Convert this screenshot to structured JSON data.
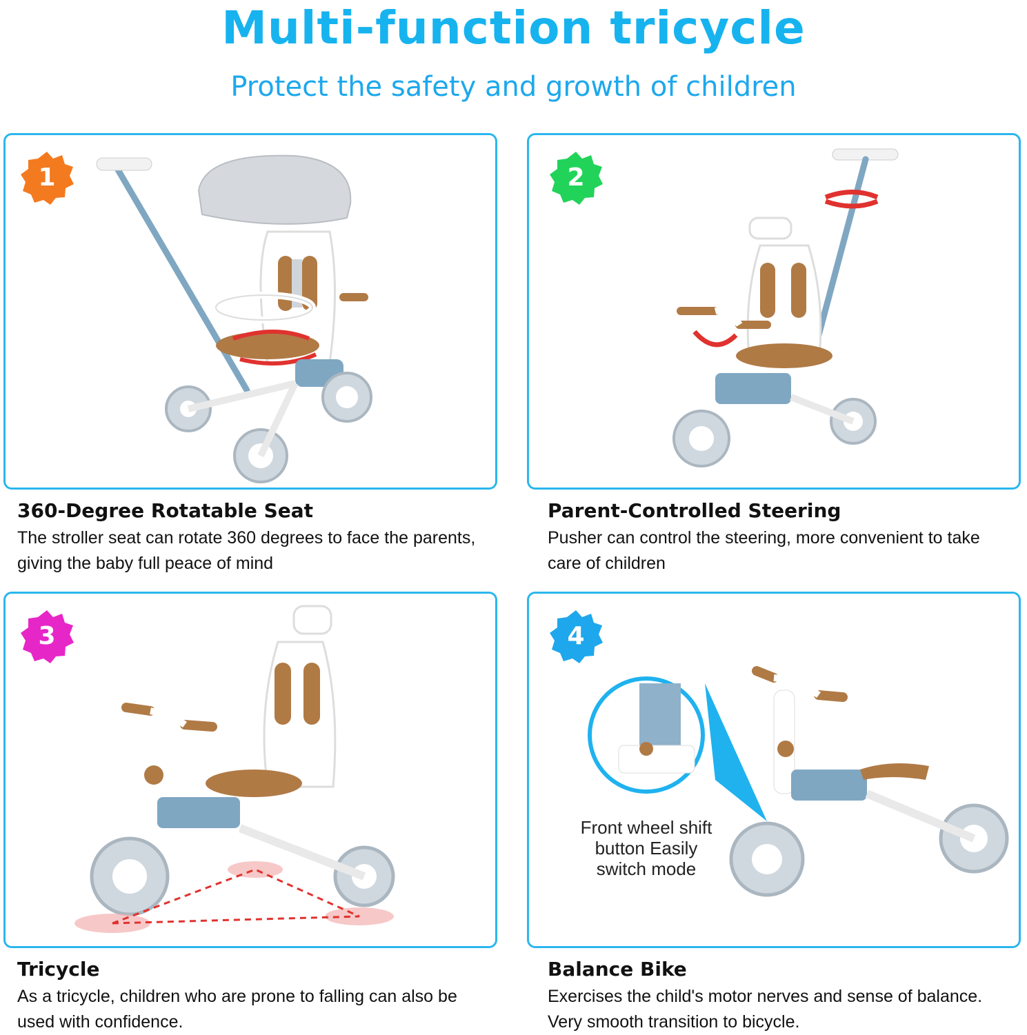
{
  "header": {
    "title": "Multi-function tricycle",
    "subtitle": "Protect the safety and growth of children"
  },
  "colors": {
    "title": "#17b3ef",
    "panel_border": "#2bb6ee",
    "frame_blue": "#7fa7c2",
    "leather": "#b07a45",
    "badge_1": "#f47a1f",
    "badge_2": "#22d35a",
    "badge_3": "#e726c8",
    "badge_4": "#1ea7ec"
  },
  "features": [
    {
      "number": "1",
      "title": "360-Degree Rotatable Seat",
      "description": "The stroller seat can rotate 360 degrees to face the parents, giving the baby full peace of mind",
      "illustration": "stroller-mode-tricycle-with-canopy-icon"
    },
    {
      "number": "2",
      "title": "Parent-Controlled Steering",
      "description": "Pusher can control the steering, more convenient to take care of children",
      "illustration": "push-handle-steering-tricycle-icon"
    },
    {
      "number": "3",
      "title": "Tricycle",
      "description": "As a tricycle, children who are prone to falling can also be used with confidence.",
      "illustration": "tricycle-mode-icon"
    },
    {
      "number": "4",
      "title": "Balance Bike",
      "description": "Exercises the child's motor nerves and sense of balance. Very smooth transition to bicycle.",
      "illustration": "balance-bike-mode-icon",
      "callout": "Front wheel shift button  Easily switch mode"
    }
  ]
}
